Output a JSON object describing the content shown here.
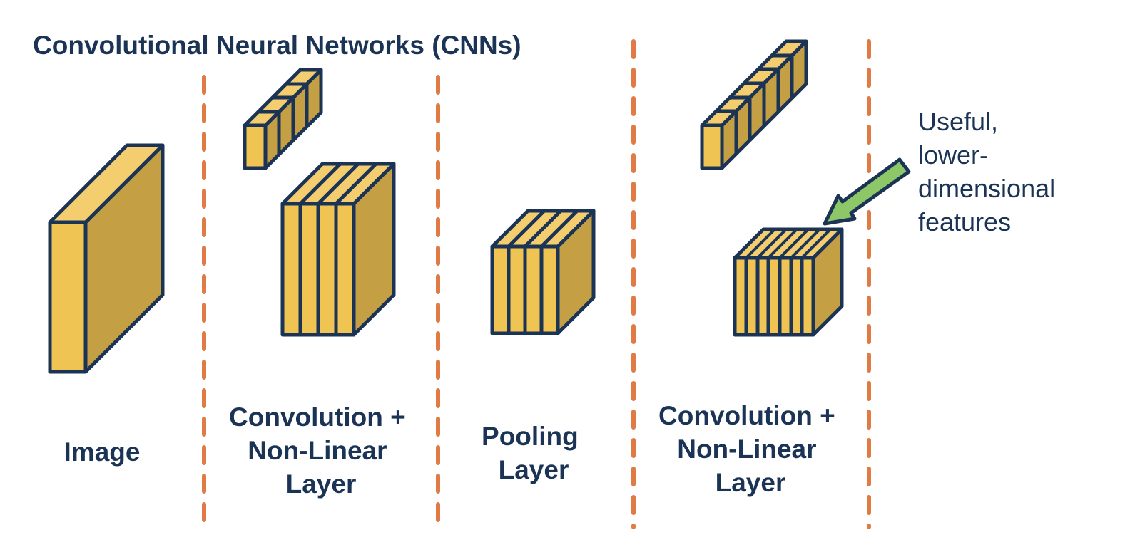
{
  "title": "Convolutional Neural Networks (CNNs)",
  "stages": {
    "image": {
      "label_lines": [
        "Image"
      ]
    },
    "conv1": {
      "label_lines": [
        "Convolution +",
        "Non-Linear",
        "Layer"
      ]
    },
    "pool": {
      "label_lines": [
        "Pooling",
        "Layer"
      ]
    },
    "conv2": {
      "label_lines": [
        "Convolution +",
        "Non-Linear",
        "Layer"
      ]
    }
  },
  "annotation": {
    "lines": [
      "Useful,",
      "lower-",
      "dimensional",
      "features"
    ]
  },
  "colors": {
    "ink": "#1b3455",
    "front": "#f0c452",
    "top": "#f3cd6e",
    "side": "#c49f43",
    "divider": "#e07b45",
    "arrow": "#8dc768"
  }
}
